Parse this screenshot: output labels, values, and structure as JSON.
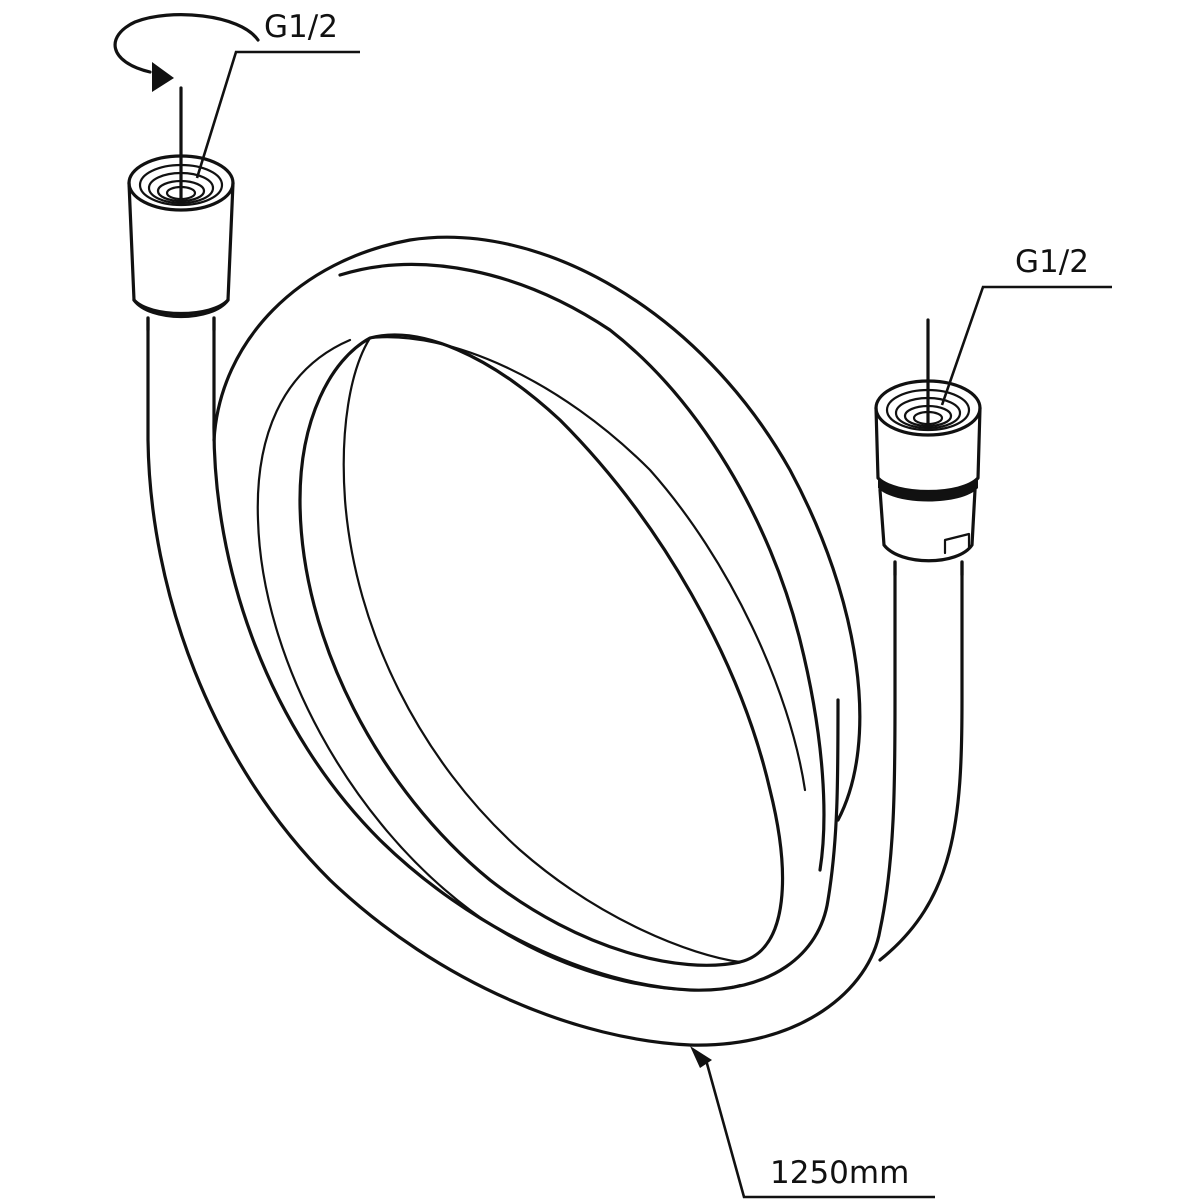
{
  "labels": {
    "left_thread": "G1/2",
    "right_thread": "G1/2",
    "hose_length": "1250mm"
  }
}
